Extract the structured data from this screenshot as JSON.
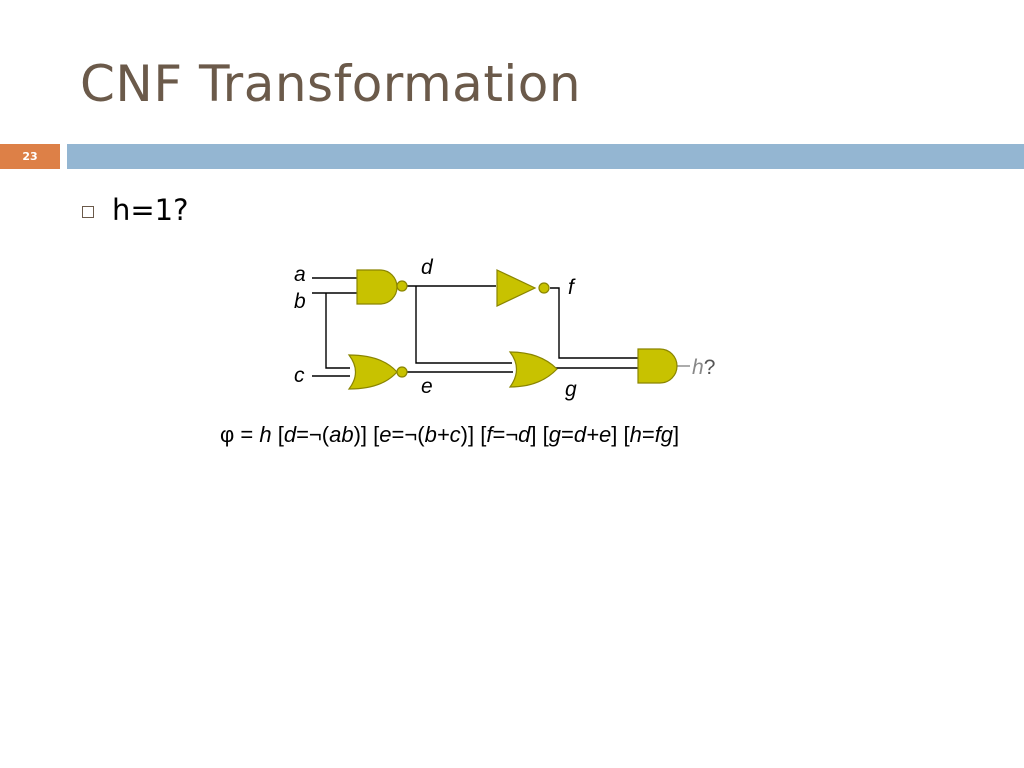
{
  "slide": {
    "title": "CNF Transformation",
    "number": "23"
  },
  "bullets": [
    {
      "text": "h=1?"
    }
  ],
  "circuit": {
    "labels": {
      "a": "a",
      "b": "b",
      "c": "c",
      "d": "d",
      "e": "e",
      "f": "f",
      "g": "g",
      "h": "h",
      "h_suffix": "?"
    },
    "gate_fill": "#c8c200",
    "gate_stroke": "#8a8500",
    "wire_color": "#000000"
  },
  "formula": {
    "phi": "φ",
    "eq": " = ",
    "h": "h",
    "c1_open": " [",
    "c1_lhs": "d",
    "c1_op": "=¬(",
    "c1_rhs": "ab",
    "c1_close": ")]",
    "c2_open": " [",
    "c2_lhs": "e",
    "c2_op": "=¬(",
    "c2_rhs": "b+c",
    "c2_close": ")]",
    "c3_open": " [",
    "c3_lhs": "f",
    "c3_op": "=¬",
    "c3_rhs": "d",
    "c3_close": "]",
    "c4_open": " [",
    "c4_lhs": "g",
    "c4_op": "=",
    "c4_rhs": "d+e",
    "c4_close": "]",
    "c5_open": " [",
    "c5_lhs": "h",
    "c5_op": "=",
    "c5_rhs": "fg",
    "c5_close": "]"
  },
  "colors": {
    "title": "#6b5a4a",
    "slide_number_bg": "#dd8047",
    "header_bar": "#94b6d2"
  }
}
